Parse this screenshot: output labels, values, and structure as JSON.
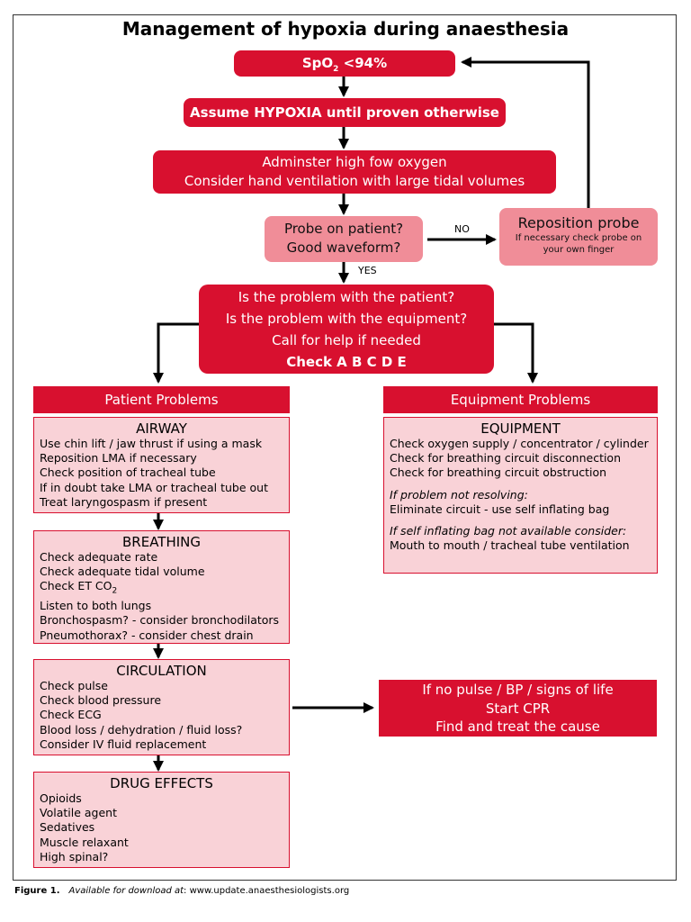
{
  "title": "Management of hypoxia during anaesthesia",
  "step_spo2": {
    "pre": "SpO",
    "sub": "2",
    "post": " <94%"
  },
  "step_assume": "Assume HYPOXIA until proven otherwise",
  "step_oxygen": [
    "Adminster high fow oxygen",
    "Consider hand ventilation with large tidal volumes"
  ],
  "step_probe": [
    "Probe on patient?",
    "Good waveform?"
  ],
  "reposition": {
    "title": "Reposition probe",
    "detail": [
      "If necessary check probe on",
      "your own finger"
    ]
  },
  "label_no": "NO",
  "label_yes": "YES",
  "step_problem": [
    "Is the problem with the patient?",
    "Is the problem with the equipment?",
    "Call for help if needed",
    "Check A B C D E"
  ],
  "patient_header": "Patient Problems",
  "equipment_header": "Equipment Problems",
  "airway": {
    "title": "AIRWAY",
    "items": [
      "Use chin lift / jaw thrust if using a mask",
      "Reposition LMA if necessary",
      "Check position of tracheal tube",
      "If in doubt take LMA or tracheal tube out",
      "Treat laryngospasm if present"
    ]
  },
  "breathing": {
    "title": "BREATHING",
    "items": [
      "Check adequate rate",
      "Check adequate tidal volume",
      "Check ET CO",
      "Listen to both lungs",
      "Bronchospasm? - consider bronchodilators",
      "Pneumothorax? - consider chest drain"
    ],
    "et_sub": "2"
  },
  "circulation": {
    "title": "CIRCULATION",
    "items": [
      "Check pulse",
      "Check blood pressure",
      "Check ECG",
      "Blood loss / dehydration / fluid loss?",
      "Consider IV fluid replacement"
    ]
  },
  "drugs": {
    "title": "DRUG EFFECTS",
    "items": [
      "Opioids",
      "Volatile agent",
      "Sedatives",
      "Muscle relaxant",
      "High spinal?"
    ]
  },
  "equipment": {
    "title": "EQUIPMENT",
    "items": [
      "Check oxygen supply / concentrator / cylinder",
      "Check for breathing circuit disconnection",
      "Check for breathing circuit obstruction"
    ],
    "cond1": "If problem not resolving:",
    "action1": "Eliminate circuit - use self inflating bag",
    "cond2": "If self inflating bag not available consider:",
    "action2": "Mouth to mouth / tracheal tube ventilation"
  },
  "cpr": [
    "If no pulse / BP / signs of life",
    "Start CPR",
    "Find and treat the cause"
  ],
  "caption": {
    "figure": "Figure 1.",
    "available": "Available for download at",
    "url": ": www.update.anaesthesiologists.org"
  },
  "colors": {
    "red": "#d8102f",
    "pink": "#f08d98",
    "light_pink": "#f9d2d7"
  }
}
